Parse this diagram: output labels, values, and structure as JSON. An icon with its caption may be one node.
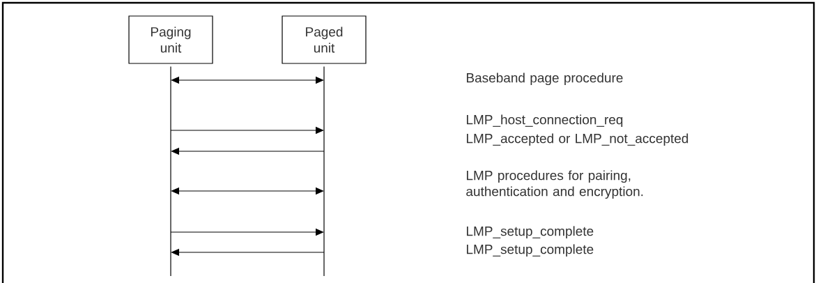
{
  "diagram": {
    "nodes": [
      {
        "text": [
          "Paging unit"
        ]
      },
      {
        "text": [
          "Paged unit"
        ]
      }
    ],
    "edges": [
      {
        "from": 0,
        "to": 1,
        "arrow": "both"
      },
      {
        "from": 0,
        "to": 1,
        "arrow": "to"
      },
      {
        "from": 1,
        "to": 0,
        "arrow": "to"
      },
      {
        "from": 0,
        "to": 1,
        "arrow": "both"
      },
      {
        "from": 0,
        "to": 1,
        "arrow": "to"
      },
      {
        "from": 1,
        "to": 0,
        "arrow": "to"
      }
    ],
    "labels": [
      "Baseband page procedure",
      "LMP_host_connection_req",
      "LMP_accepted or LMP_not_accepted",
      "LMP procedures for pairing, authentication and encryption.",
      "LMP_setup_complete",
      "LMP_setup_complete"
    ]
  }
}
